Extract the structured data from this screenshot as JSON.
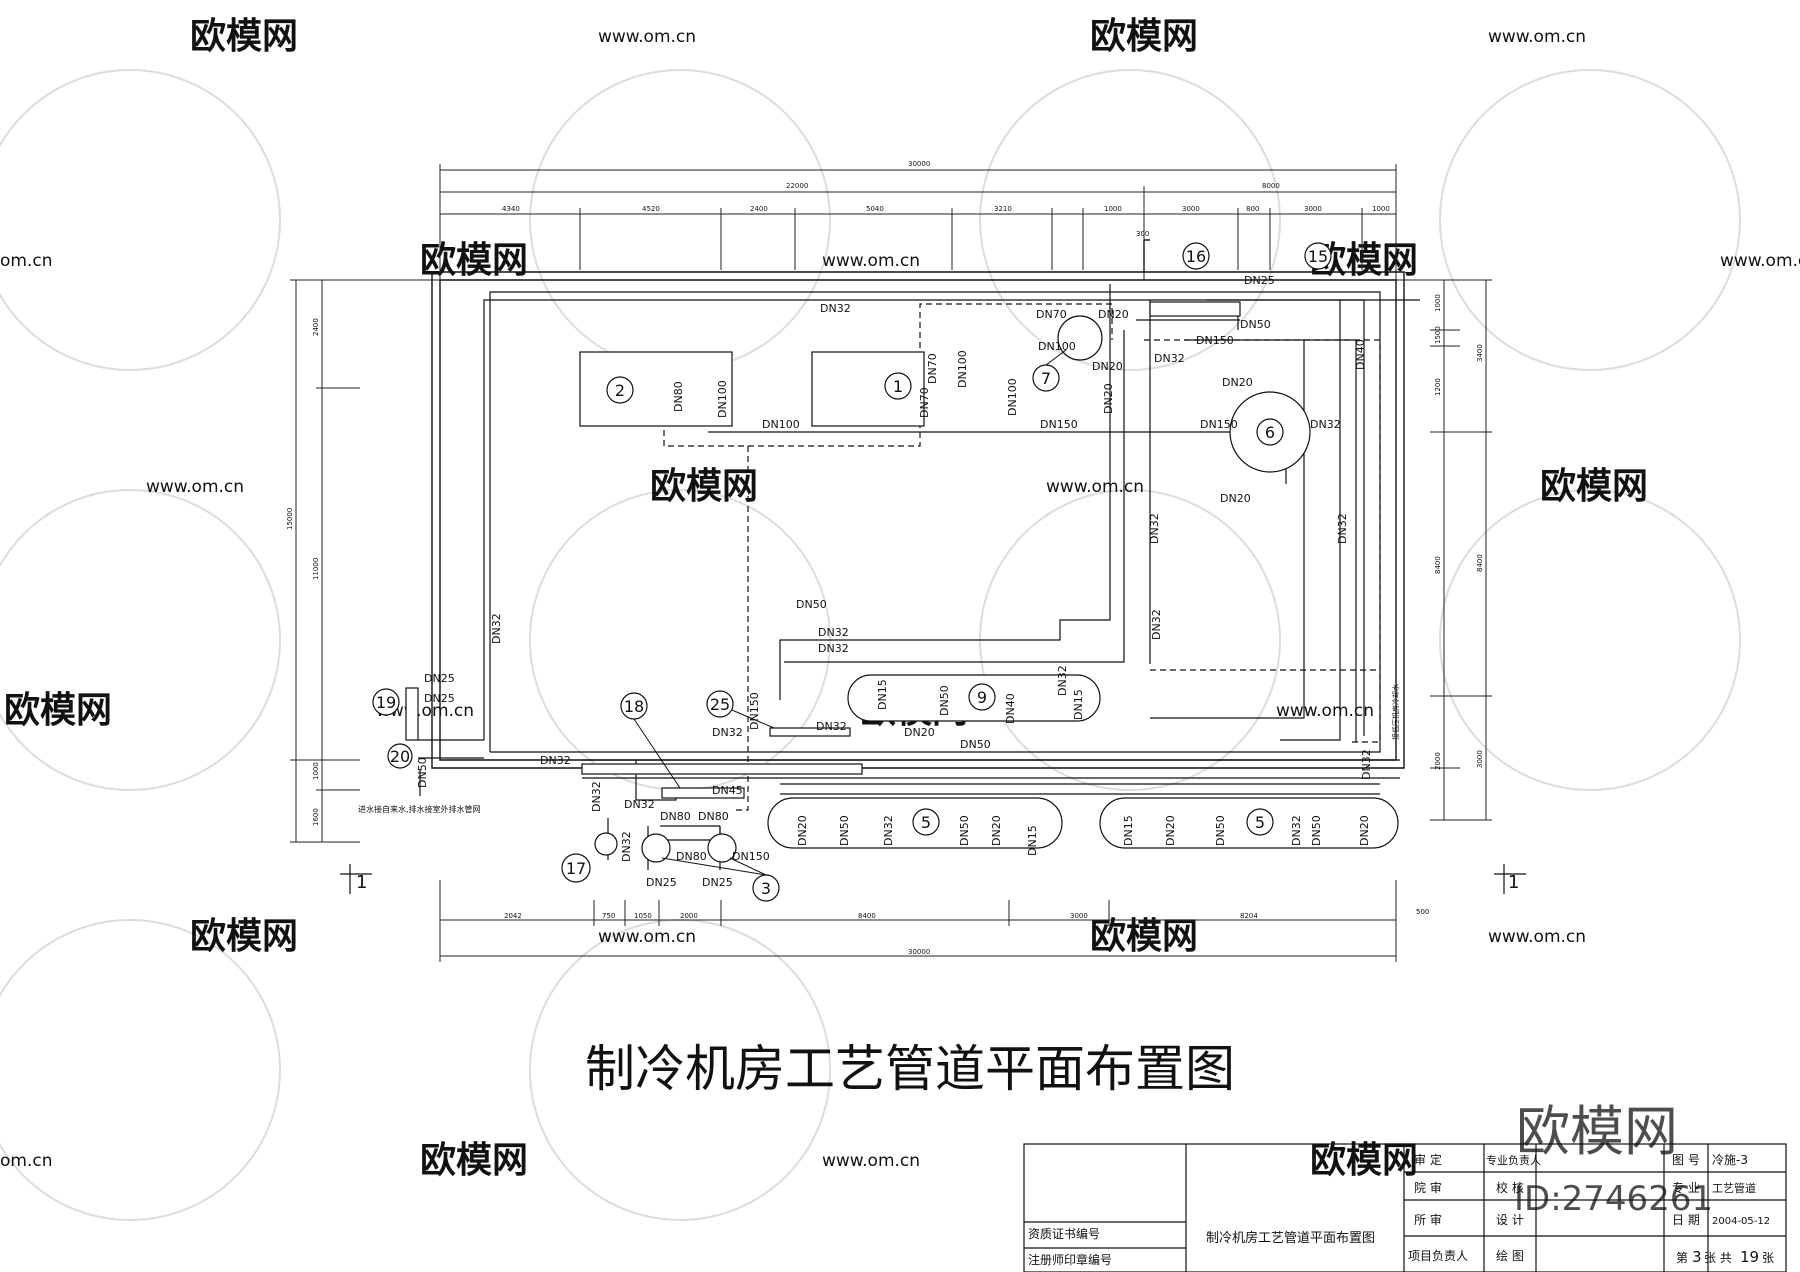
{
  "title": "制冷机房工艺管道平面布置图",
  "dimensions": {
    "top_total": "30000",
    "top_left": "22000",
    "top_right": "8000",
    "top_segments": [
      "4340",
      "4520",
      "2400",
      "5040",
      "3210",
      "1000",
      "3000",
      "800",
      "3000",
      "1000"
    ],
    "bottom_total": "30000",
    "bottom_segments": [
      "2042",
      "750",
      "1050",
      "2000",
      "8400",
      "3000",
      "8204"
    ],
    "left_total": "15000",
    "left_segments": [
      "2400",
      "11000",
      "1000",
      "1600"
    ],
    "right_outer": [
      "3400",
      "8400",
      "3000"
    ],
    "right_inner": [
      "1000",
      "1500",
      "1200",
      "8400",
      "2000",
      "500"
    ],
    "notch": "300"
  },
  "equipment_labels": {
    "n1": "1",
    "n2": "2",
    "n3": "3",
    "n5a": "5",
    "n5b": "5",
    "n6": "6",
    "n7": "7",
    "n9": "9",
    "n15": "15",
    "n16": "16",
    "n17": "17",
    "n18": "18",
    "n19": "19",
    "n20": "20",
    "n25": "25"
  },
  "pipe_labels": {
    "dn32_top": "DN32",
    "dn70_a": "DN70",
    "dn20_a": "DN20",
    "dn100_a": "DN100",
    "dn20_b": "DN20",
    "dn80_a": "DN80",
    "dn100_b": "DN100",
    "dn70_b": "DN70",
    "dn100_c": "DN100",
    "dn70_c": "DN70",
    "dn100_d": "DN100",
    "dn100_e": "DN100",
    "dn150_a": "DN150",
    "dn20_c": "DN20",
    "dn25_a": "DN25",
    "dn50_a": "DN50",
    "dn150_b": "DN150",
    "dn32_b": "DN32",
    "dn40_a": "DN40",
    "dn20_d": "DN20",
    "dn150_c": "DN150",
    "dn32_c": "DN32",
    "dn20_e": "DN20",
    "dn32_d": "DN32",
    "dn32_e": "DN32",
    "dn50_b": "DN50",
    "dn32_f": "DN32",
    "dn32_g": "DN32",
    "dn15_a": "DN15",
    "dn50_c": "DN50",
    "dn32_h": "DN32",
    "dn40_b": "DN40",
    "dn15_b": "DN15",
    "dn25_b": "DN25",
    "dn25_c": "DN25",
    "dn32_left": "DN32",
    "dn50_left": "DN50",
    "dn150_d": "DN150",
    "dn32_i": "DN32",
    "dn32_j": "DN32",
    "dn20_f": "DN20",
    "dn50_d": "DN50",
    "dn32_k": "DN32",
    "dn45": "DN45",
    "dn32_l": "DN32",
    "dn32_m": "DN32",
    "dn80_b": "DN80",
    "dn80_c": "DN80",
    "dn32_n": "DN32",
    "dn80_d": "DN80",
    "dn150_e": "DN150",
    "dn25_d": "DN25",
    "dn25_e": "DN25",
    "dn20_g": "DN20",
    "dn50_e": "DN50",
    "dn32_o": "DN32",
    "dn50_f": "DN50",
    "dn20_h": "DN20",
    "dn15_c": "DN15",
    "dn15_d": "DN15",
    "dn20_i": "DN20",
    "dn50_g": "DN50",
    "dn32_p": "DN32",
    "dn50_h": "DN50",
    "dn20_j": "DN20",
    "dn32_q": "DN32",
    "dn32_r": "DN32"
  },
  "annotations": {
    "drain_note": "进水接自来水,排水接室外排水管网",
    "right_note": "接低压机房冷却水",
    "section_left": "1",
    "section_right": "1"
  },
  "title_block": {
    "cert_no": "资质证书编号",
    "reg_no": "注册师印章编号",
    "drawing_name": "制冷机房工艺管道平面布置图",
    "approve": "审 定",
    "review": "院 审",
    "chief": "所 审",
    "project_lead": "项目负责人",
    "specialty_lead": "专业负责人",
    "check": "校 核",
    "design": "设 计",
    "draw": "绘 图",
    "drawing_no_label": "图 号",
    "drawing_no": "冷施-3",
    "specialty_label": "专 业",
    "specialty": "工艺管道",
    "date_label": "日 期",
    "date": "2004-05-12",
    "sheet_prefix": "第",
    "sheet_no": "3",
    "sheet_mid": "张 共",
    "sheet_total": "19",
    "sheet_suffix": "张"
  },
  "watermark": {
    "brand": "欧模网",
    "url": "www.om.cn",
    "url_short": "om.cn",
    "id": "ID:2746261"
  }
}
